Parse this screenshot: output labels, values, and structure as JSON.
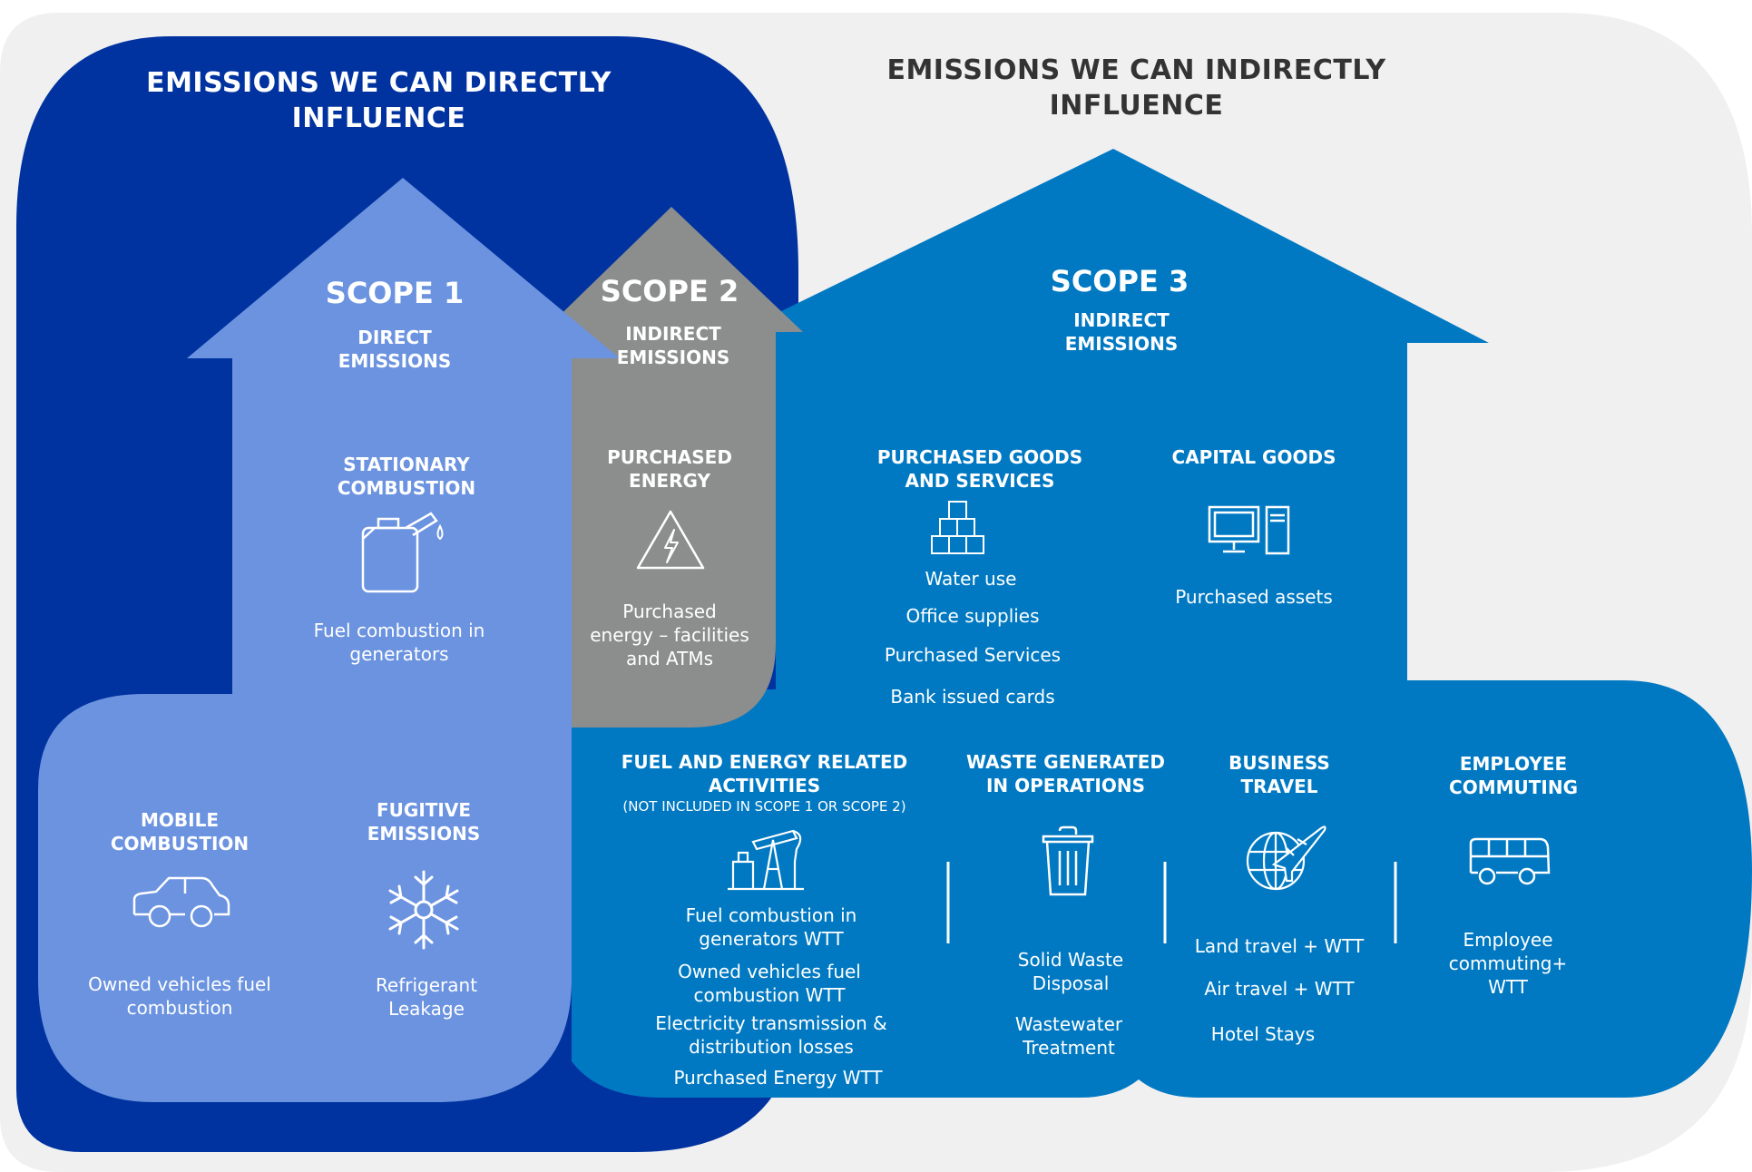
{
  "colors": {
    "outer_background": "#f0f0f1",
    "direct_zone": "#0033a0",
    "scope1": "#6b93e0",
    "scope2": "#8c8d8d",
    "scope3": "#0079c2",
    "light_text": "#ffffff",
    "dark_text": "#333333"
  },
  "headers": {
    "direct": "EMISSIONS WE CAN DIRECTLY\nINFLUENCE",
    "indirect": "EMISSIONS WE CAN INDIRECTLY\nINFLUENCE"
  },
  "scope1": {
    "title": "SCOPE 1",
    "subtitle": "DIRECT\nEMISSIONS",
    "categories": [
      {
        "title": "STATIONARY\nCOMBUSTION",
        "icon": "fuel-can-icon",
        "items": [
          "Fuel combustion in\ngenerators"
        ]
      },
      {
        "title": "MOBILE\nCOMBUSTION",
        "icon": "car-icon",
        "items": [
          "Owned vehicles fuel\ncombustion"
        ]
      },
      {
        "title": "FUGITIVE\nEMISSIONS",
        "icon": "snowflake-icon",
        "items": [
          "Refrigerant\nLeakage"
        ]
      }
    ]
  },
  "scope2": {
    "title": "SCOPE 2",
    "subtitle": "INDIRECT\nEMISSIONS",
    "categories": [
      {
        "title": "PURCHASED\nENERGY",
        "icon": "electricity-warning-icon",
        "items": [
          "Purchased\nenergy – facilities\nand ATMs"
        ]
      }
    ]
  },
  "scope3": {
    "title": "SCOPE 3",
    "subtitle": "INDIRECT\nEMISSIONS",
    "categories": [
      {
        "title": "PURCHASED GOODS\nAND SERVICES",
        "icon": "boxes-icon",
        "items": [
          "Water use",
          "Office supplies",
          "Purchased Services",
          "Bank issued cards"
        ]
      },
      {
        "title": "CAPITAL GOODS",
        "icon": "computer-icon",
        "items": [
          "Purchased assets"
        ]
      },
      {
        "title": "FUEL AND ENERGY RELATED\nACTIVITIES",
        "note": "(NOT INCLUDED IN SCOPE 1 OR SCOPE 2)",
        "icon": "oil-pump-icon",
        "items": [
          "Fuel combustion in\ngenerators WTT",
          "Owned vehicles fuel\ncombustion WTT",
          "Electricity transmission &\ndistribution losses",
          "Purchased Energy WTT"
        ]
      },
      {
        "title": "WASTE GENERATED\nIN OPERATIONS",
        "icon": "trash-bin-icon",
        "items": [
          "Solid Waste\nDisposal",
          "Wastewater\nTreatment"
        ]
      },
      {
        "title": "BUSINESS\nTRAVEL",
        "icon": "globe-plane-icon",
        "items": [
          "Land travel + WTT",
          "Air travel + WTT",
          "Hotel Stays"
        ]
      },
      {
        "title": "EMPLOYEE\nCOMMUTING",
        "icon": "bus-icon",
        "items": [
          "Employee\ncommuting+\nWTT"
        ]
      }
    ]
  }
}
